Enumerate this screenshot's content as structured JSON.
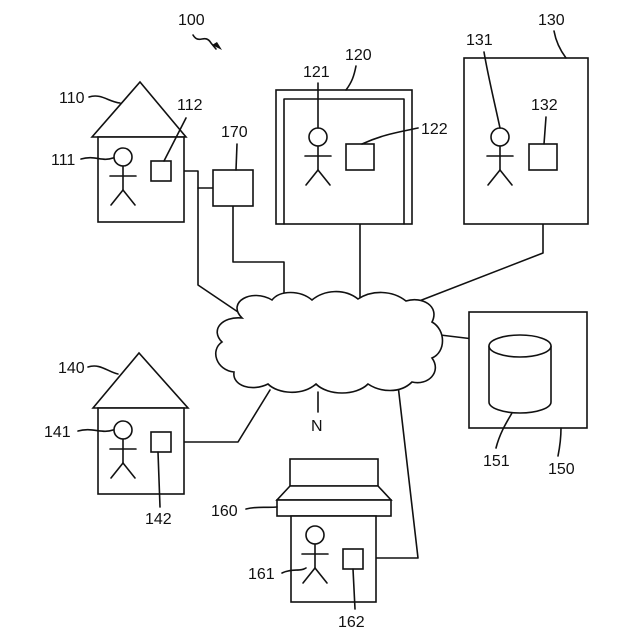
{
  "system": {
    "label": "100"
  },
  "home_a": {
    "label": "110",
    "person": "111",
    "device": "112"
  },
  "office": {
    "label": "120",
    "person": "121",
    "device": "122"
  },
  "room": {
    "label": "130",
    "person": "131",
    "device": "132"
  },
  "home_b": {
    "label": "140",
    "person": "141",
    "device": "142"
  },
  "server": {
    "label": "150",
    "database": "151"
  },
  "store": {
    "label": "160",
    "person": "161",
    "device": "162"
  },
  "hub": {
    "label": "170"
  },
  "network": {
    "label": "N"
  },
  "colors": {
    "line": "#111111",
    "background": "#ffffff"
  }
}
